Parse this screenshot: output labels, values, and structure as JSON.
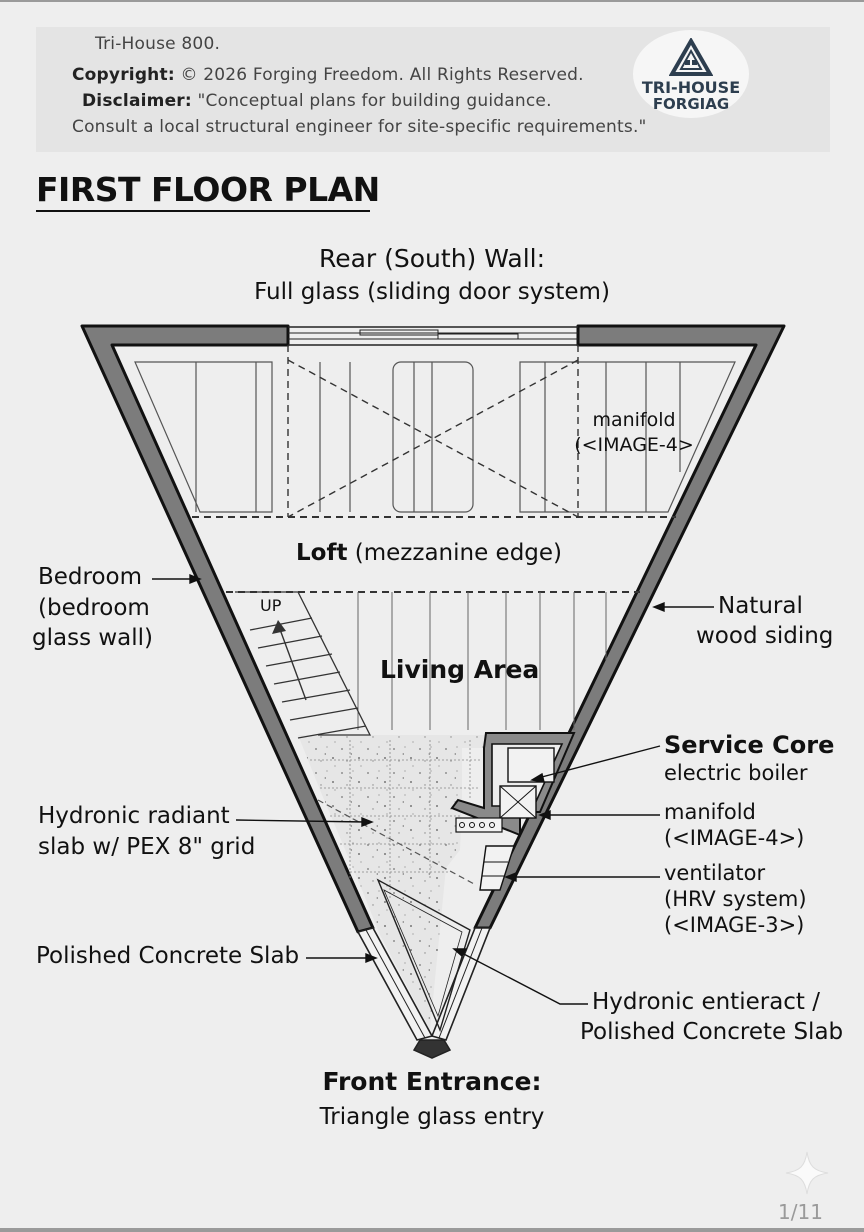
{
  "header": {
    "project": "Tri-House 800.",
    "copyright_label": "Copyright:",
    "copyright_text": "© 2026 Forging Freedom. All Rights Reserved.",
    "disclaimer_label": "Disclaimer:",
    "disclaimer_text": "\"Conceptual plans for building guidance.",
    "disclaimer_text2": "Consult a local structural engineer for site-specific requirements.\"",
    "logo_line1": "TRI-HOUSE",
    "logo_line2": "FORGIAG",
    "logo_icon": "house-icon"
  },
  "title": "FIRST FLOOR PLAN",
  "plan": {
    "rear_wall_title": "Rear (South) Wall:",
    "rear_wall_desc": "Full glass (sliding door system)",
    "manifold_top_1": "manifold",
    "manifold_top_2": "(<IMAGE-4>",
    "loft_bold": "Loft",
    "loft_rest": "(mezzanine edge)",
    "bedroom_1": "Bedroom",
    "bedroom_2": "(bedroom",
    "bedroom_3": "glass wall)",
    "natural_1": "Natural",
    "natural_2": "wood siding",
    "up": "UP",
    "living": "Living Area",
    "service_core": "Service Core",
    "electric_boiler": "electric boiler",
    "manifold_1": "manifold",
    "manifold_2": "(<IMAGE-4>)",
    "ventilator_1": "ventilator",
    "ventilator_2": "(HRV system)",
    "ventilator_3": "(<IMAGE-3>)",
    "hydronic_1": "Hydronic radiant",
    "hydronic_2": "slab w/ PEX 8\" grid",
    "polished": "Polished Concrete Slab",
    "hydronic_ent_1": "Hydronic entieract /",
    "hydronic_ent_2": "Polished Concrete Slab",
    "front_title": "Front Entrance:",
    "front_desc": "Triangle glass entry"
  },
  "pager": "1/11",
  "colors": {
    "background": "#eeeeee",
    "wall_fill": "#7c7c7c",
    "ink": "#111111",
    "logo_blue": "#2d3e4f"
  }
}
